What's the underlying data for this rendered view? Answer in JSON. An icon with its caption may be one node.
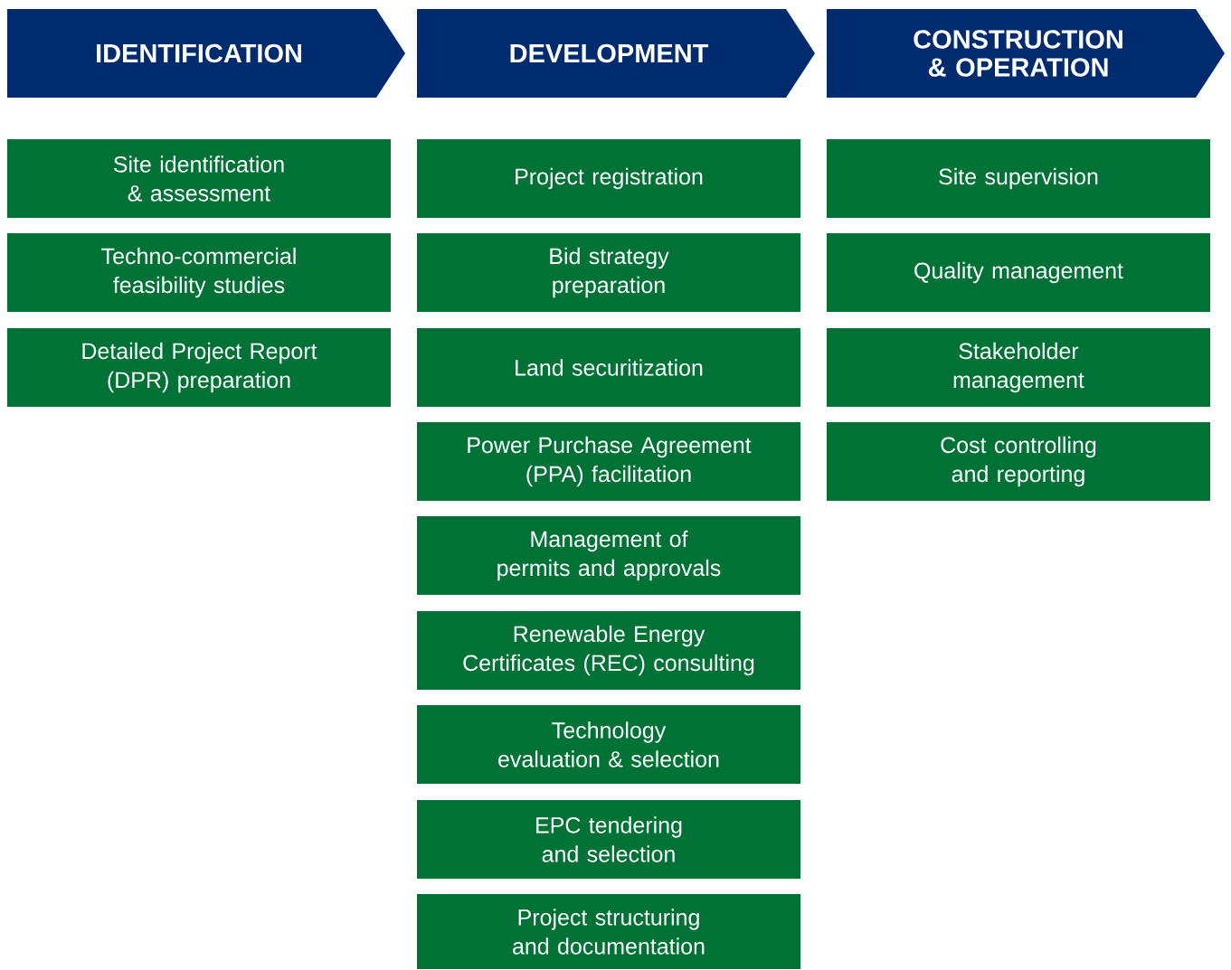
{
  "diagram": {
    "nodes": [
      {
        "text": [
          "IDENTIFICATION"
        ]
      },
      {
        "text": [
          "DEVELOPMENT"
        ]
      },
      {
        "text": [
          "CONSTRUCTION & OPERATION"
        ]
      },
      {
        "text": [
          "Site identification & assessment"
        ]
      },
      {
        "text": [
          "Techno-commercial feasibility studies"
        ]
      },
      {
        "text": [
          "Detailed Project Report (DPR) preparation"
        ]
      },
      {
        "text": [
          "Project registration"
        ]
      },
      {
        "text": [
          "Bid strategy preparation"
        ]
      },
      {
        "text": [
          "Land securitization"
        ]
      },
      {
        "text": [
          "Power Purchase Agreement (PPA) facilitation"
        ]
      },
      {
        "text": [
          "Management of permits and approvals"
        ]
      },
      {
        "text": [
          "Renewable Energy Certificates (REC) consulting"
        ]
      },
      {
        "text": [
          "Technology evaluation & selection"
        ]
      },
      {
        "text": [
          "EPC tendering and selection"
        ]
      },
      {
        "text": [
          "Project structuring and documentation"
        ]
      },
      {
        "text": [
          "Site supervision"
        ]
      },
      {
        "text": [
          "Quality management"
        ]
      },
      {
        "text": [
          "Stakeholder management"
        ]
      },
      {
        "text": [
          "Cost controlling and reporting"
        ]
      }
    ]
  }
}
